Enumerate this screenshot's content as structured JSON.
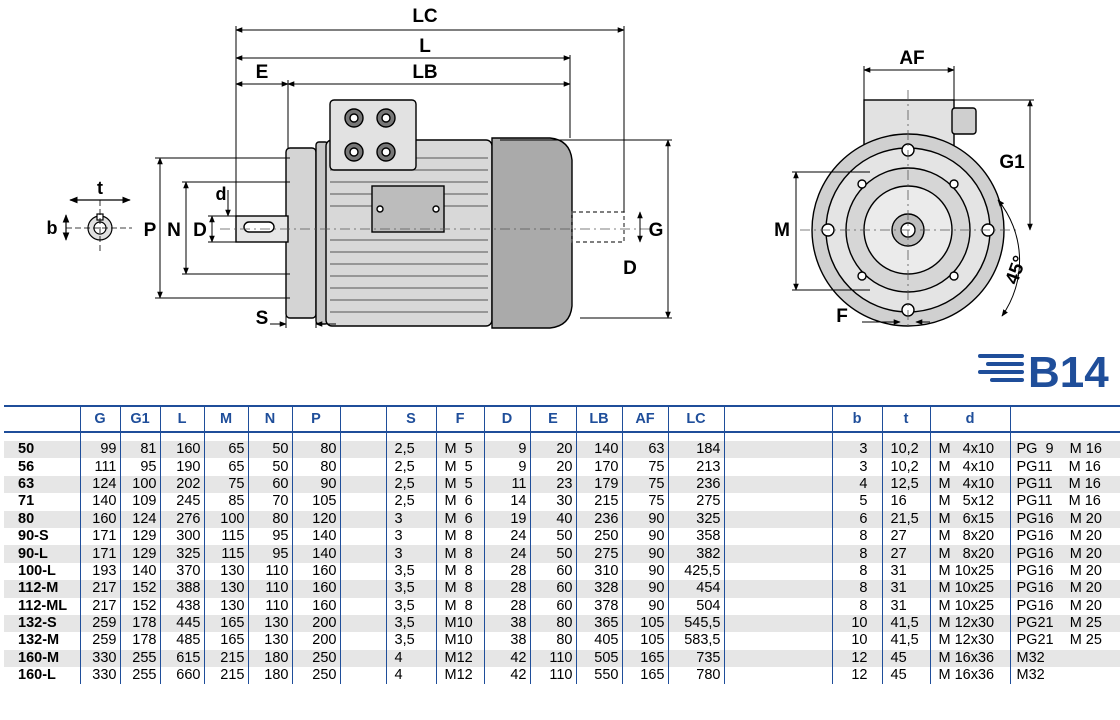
{
  "drawing": {
    "labels": {
      "lc": "LC",
      "l": "L",
      "lb": "LB",
      "e": "E",
      "af": "AF",
      "g1": "G1",
      "g": "G",
      "d_cap": "D",
      "p": "P",
      "n": "N",
      "d_small": "d",
      "t": "t",
      "b": "b",
      "s": "S",
      "m": "M",
      "f": "F",
      "angle": "45°"
    },
    "badge": "B14",
    "colors": {
      "brand": "#1f4e9a",
      "line": "#000000",
      "casting": "#cfcfcf",
      "fill_dark": "#a9a9a9"
    }
  },
  "table": {
    "headers": [
      "",
      "G",
      "G1",
      "L",
      "M",
      "N",
      "P",
      "",
      "S",
      "F",
      "D",
      "E",
      "LB",
      "AF",
      "LC",
      "",
      "b",
      "t",
      "d",
      ""
    ],
    "rows": [
      [
        "50",
        "99",
        "81",
        "160",
        "65",
        "50",
        "80",
        "",
        "2,5",
        "M  5",
        "9",
        "20",
        "140",
        "63",
        "184",
        "",
        "3",
        "10,2",
        "M   4x10",
        "PG  9    M 16"
      ],
      [
        "56",
        "111",
        "95",
        "190",
        "65",
        "50",
        "80",
        "",
        "2,5",
        "M  5",
        "9",
        "20",
        "170",
        "75",
        "213",
        "",
        "3",
        "10,2",
        "M   4x10",
        "PG11    M 16"
      ],
      [
        "63",
        "124",
        "100",
        "202",
        "75",
        "60",
        "90",
        "",
        "2,5",
        "M  5",
        "11",
        "23",
        "179",
        "75",
        "236",
        "",
        "4",
        "12,5",
        "M   4x10",
        "PG11    M 16"
      ],
      [
        "71",
        "140",
        "109",
        "245",
        "85",
        "70",
        "105",
        "",
        "2,5",
        "M  6",
        "14",
        "30",
        "215",
        "75",
        "275",
        "",
        "5",
        "16",
        "M   5x12",
        "PG11    M 16"
      ],
      [
        "80",
        "160",
        "124",
        "276",
        "100",
        "80",
        "120",
        "",
        "3",
        "M  6",
        "19",
        "40",
        "236",
        "90",
        "325",
        "",
        "6",
        "21,5",
        "M   6x15",
        "PG16    M 20"
      ],
      [
        "90-S",
        "171",
        "129",
        "300",
        "115",
        "95",
        "140",
        "",
        "3",
        "M  8",
        "24",
        "50",
        "250",
        "90",
        "358",
        "",
        "8",
        "27",
        "M   8x20",
        "PG16    M 20"
      ],
      [
        "90-L",
        "171",
        "129",
        "325",
        "115",
        "95",
        "140",
        "",
        "3",
        "M  8",
        "24",
        "50",
        "275",
        "90",
        "382",
        "",
        "8",
        "27",
        "M   8x20",
        "PG16    M 20"
      ],
      [
        "100-L",
        "193",
        "140",
        "370",
        "130",
        "110",
        "160",
        "",
        "3,5",
        "M  8",
        "28",
        "60",
        "310",
        "90",
        "425,5",
        "",
        "8",
        "31",
        "M 10x25",
        "PG16    M 20"
      ],
      [
        "112-M",
        "217",
        "152",
        "388",
        "130",
        "110",
        "160",
        "",
        "3,5",
        "M  8",
        "28",
        "60",
        "328",
        "90",
        "454",
        "",
        "8",
        "31",
        "M 10x25",
        "PG16    M 20"
      ],
      [
        "112-ML",
        "217",
        "152",
        "438",
        "130",
        "110",
        "160",
        "",
        "3,5",
        "M  8",
        "28",
        "60",
        "378",
        "90",
        "504",
        "",
        "8",
        "31",
        "M 10x25",
        "PG16    M 20"
      ],
      [
        "132-S",
        "259",
        "178",
        "445",
        "165",
        "130",
        "200",
        "",
        "3,5",
        "M10",
        "38",
        "80",
        "365",
        "105",
        "545,5",
        "",
        "10",
        "41,5",
        "M 12x30",
        "PG21    M 25"
      ],
      [
        "132-M",
        "259",
        "178",
        "485",
        "165",
        "130",
        "200",
        "",
        "3,5",
        "M10",
        "38",
        "80",
        "405",
        "105",
        "583,5",
        "",
        "10",
        "41,5",
        "M 12x30",
        "PG21    M 25"
      ],
      [
        "160-M",
        "330",
        "255",
        "615",
        "215",
        "180",
        "250",
        "",
        "4",
        "M12",
        "42",
        "110",
        "505",
        "165",
        "735",
        "",
        "12",
        "45",
        "M 16x36",
        "M32"
      ],
      [
        "160-L",
        "330",
        "255",
        "660",
        "215",
        "180",
        "250",
        "",
        "4",
        "M12",
        "42",
        "110",
        "550",
        "165",
        "780",
        "",
        "12",
        "45",
        "M 16x36",
        "M32"
      ]
    ]
  }
}
